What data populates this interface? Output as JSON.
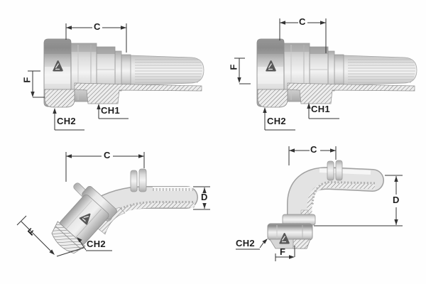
{
  "background_color": "#fefefe",
  "palette": {
    "metal_light": "#f2f2f2",
    "metal_mid": "#d6d6d6",
    "metal_dark": "#9a9a9a",
    "outline": "#8f8f8f",
    "hatch_line": "#6f6f6f",
    "dimension_line": "#333333",
    "label_text": "#1e1e1e",
    "logo_dark": "#585858"
  },
  "views": {
    "top_left": {
      "labels": {
        "c": "C",
        "f": "F",
        "ch1": "CH1",
        "ch2": "CH2"
      }
    },
    "top_right": {
      "labels": {
        "c": "C",
        "f": "F",
        "ch1": "CH1",
        "ch2": "CH2"
      }
    },
    "bottom_left": {
      "labels": {
        "c": "C",
        "d": "D",
        "f": "F",
        "ch2": "CH2"
      }
    },
    "bottom_right": {
      "labels": {
        "c": "C",
        "d": "D",
        "f": "F",
        "ch2": "CH2"
      }
    }
  }
}
